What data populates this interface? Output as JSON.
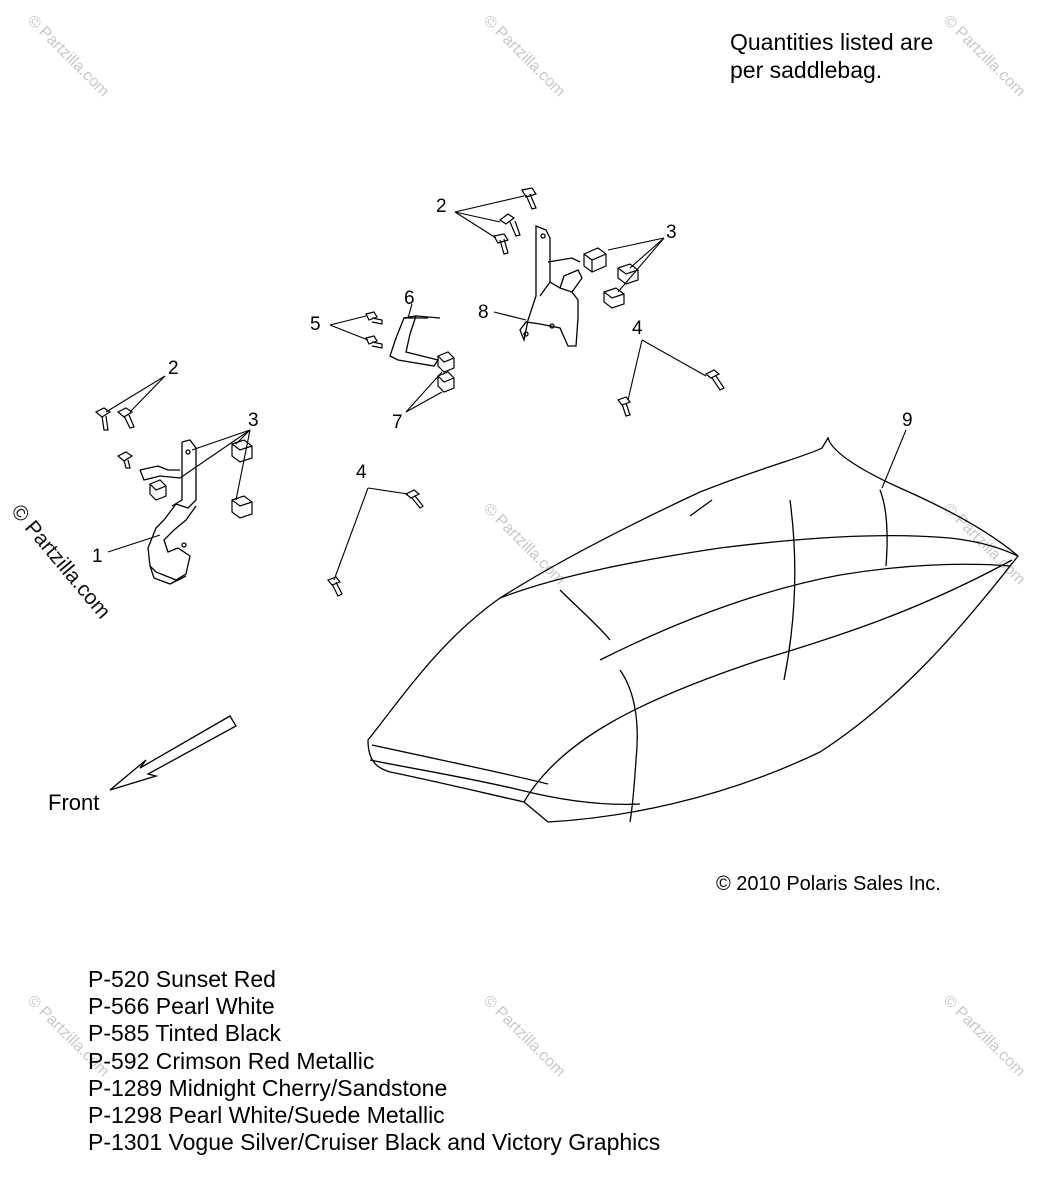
{
  "note_line1": "Quantities listed are",
  "note_line2": "per saddlebag.",
  "front_label": "Front",
  "copyright": "© 2010 Polaris Sales Inc.",
  "watermark": "© Partzilla.com",
  "callouts": {
    "c1": "1",
    "c2a": "2",
    "c2b": "2",
    "c3a": "3",
    "c3b": "3",
    "c4a": "4",
    "c4b": "4",
    "c5": "5",
    "c6": "6",
    "c7": "7",
    "c8": "8",
    "c9": "9"
  },
  "legend": [
    "P-520  Sunset Red",
    "P-566  Pearl White",
    "P-585  Tinted Black",
    "P-592  Crimson Red Metallic",
    "P-1289  Midnight Cherry/Sandstone",
    "P-1298  Pearl White/Suede Metallic",
    "P-1301 Vogue Silver/Cruiser Black and Victory Graphics"
  ]
}
